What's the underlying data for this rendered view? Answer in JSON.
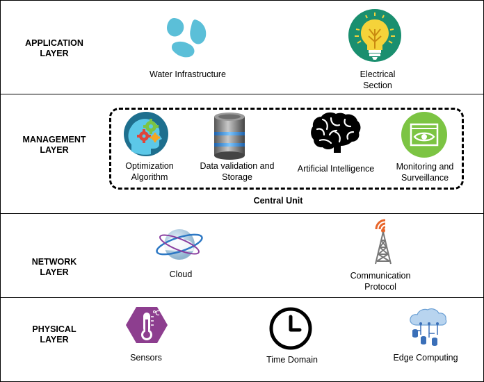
{
  "layers": {
    "application": {
      "label": "APPLICATION\nLAYER",
      "items": [
        {
          "label": "Water Infrastructure",
          "icon": "water-drops-icon"
        },
        {
          "label": "Electrical\nSection",
          "icon": "lightbulb-icon"
        }
      ]
    },
    "management": {
      "label": "MANAGEMENT\nLAYER",
      "group_label": "Central Unit",
      "items": [
        {
          "label": "Optimization\nAlgorithm",
          "icon": "head-gears-icon"
        },
        {
          "label": "Data validation and\nStorage",
          "icon": "database-icon"
        },
        {
          "label": "Artificial Intelligence",
          "icon": "brain-icon"
        },
        {
          "label": "Monitoring and\nSurveillance",
          "icon": "eye-monitor-icon"
        }
      ]
    },
    "network": {
      "label": "NETWORK\nLAYER",
      "items": [
        {
          "label": "Cloud",
          "icon": "cloud-globe-icon"
        },
        {
          "label": "Communication\nProtocol",
          "icon": "antenna-tower-icon"
        }
      ]
    },
    "physical": {
      "label": "PHYSICAL\nLAYER",
      "items": [
        {
          "label": "Sensors",
          "icon": "thermometer-icon"
        },
        {
          "label": "Time Domain",
          "icon": "clock-icon"
        },
        {
          "label": "Edge Computing",
          "icon": "edge-cloud-icon"
        }
      ]
    }
  },
  "colors": {
    "water": "#5bbfd8",
    "bulb_bg": "#1a8f6f",
    "bulb": "#f5d33a",
    "monitor_bg": "#7cc443",
    "sensor_hex": "#8d3e8f",
    "head_bg": "#1e6f8e"
  }
}
